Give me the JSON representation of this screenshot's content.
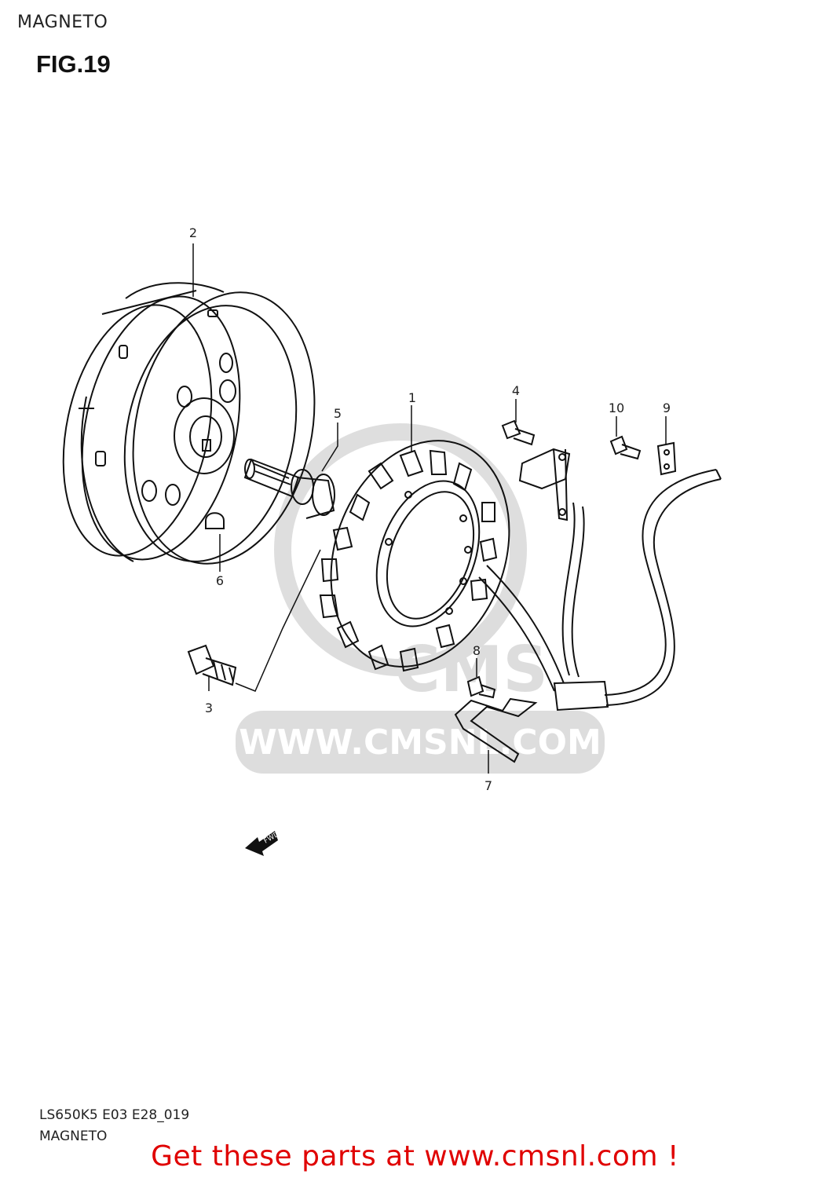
{
  "header": {
    "title": "MAGNETO"
  },
  "figure": {
    "label": "FIG.19"
  },
  "watermark": {
    "text": "WWW.CMSNL.COM",
    "logo": "CMS"
  },
  "parts": [
    {
      "id": "part-2",
      "callout": "2",
      "name": "rotor"
    },
    {
      "id": "part-1",
      "callout": "1",
      "name": "stator"
    },
    {
      "id": "part-3",
      "callout": "3",
      "name": "bolt"
    },
    {
      "id": "part-4",
      "callout": "4",
      "name": "screw"
    },
    {
      "id": "part-5",
      "callout": "5",
      "name": "rotor-bolt"
    },
    {
      "id": "part-6",
      "callout": "6",
      "name": "key"
    },
    {
      "id": "part-7",
      "callout": "7",
      "name": "clamp"
    },
    {
      "id": "part-8",
      "callout": "8",
      "name": "screw"
    },
    {
      "id": "part-9",
      "callout": "9",
      "name": "clamp"
    },
    {
      "id": "part-10",
      "callout": "10",
      "name": "screw"
    }
  ],
  "fwd_arrow": {
    "label": "FWD"
  },
  "footer": {
    "code": "LS650K5 E03 E28_019",
    "title": "MAGNETO",
    "promo": "Get these parts at www.cmsnl.com !"
  }
}
